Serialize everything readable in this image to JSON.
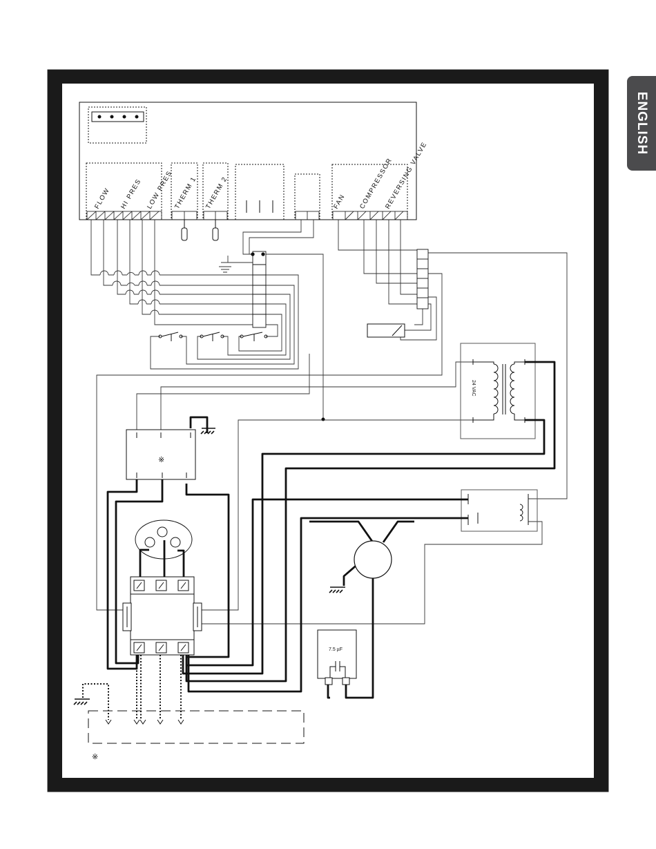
{
  "tab": {
    "label": "ENGLISH"
  },
  "colors": {
    "tab_bg": "#4b4b4d",
    "frame": "#1a1a1a",
    "wire": "#111111",
    "thin_wire": "#333333"
  },
  "terminal_labels": {
    "flow": "FLOW",
    "hipres": "HI PRES",
    "lowpres": "LOW PRES",
    "therm1": "THERM 1",
    "therm2": "THERM 2",
    "fan": "FAN",
    "compressor": "COMPRESSOR",
    "reversing_valve": "REVERSING VALVE"
  },
  "transformer_label": "24 VAC",
  "capacitor_label": "7.5 µF",
  "note_symbol": "※"
}
